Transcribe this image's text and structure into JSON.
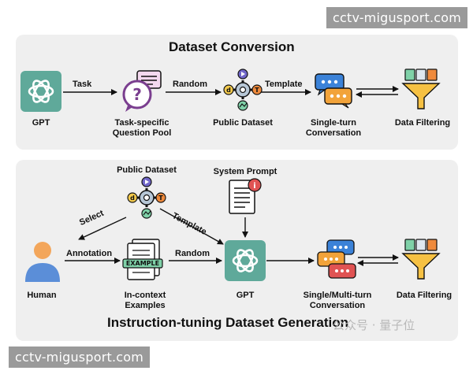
{
  "watermarks": {
    "top_right": "cctv-migusport.com",
    "bottom_left": "cctv-migusport.com",
    "inline": "公众号 · 量子位"
  },
  "top_panel": {
    "title": "Dataset Conversion",
    "nodes": {
      "gpt": "GPT",
      "question_pool": "Task-specific\nQuestion Pool",
      "public_dataset": "Public Dataset",
      "single_turn": "Single-turn\nConversation",
      "data_filtering": "Data Filtering"
    },
    "edges": {
      "task": "Task",
      "random": "Random",
      "template": "Template"
    }
  },
  "bottom_panel": {
    "title": "Instruction-tuning Dataset Generation",
    "nodes": {
      "public_dataset": "Public Dataset",
      "system_prompt": "System Prompt",
      "human": "Human",
      "examples": "In-context\nExamples",
      "example_tag": "EXAMPLE",
      "gpt": "GPT",
      "multi_turn": "Single/Multi-turn\nConversation",
      "data_filtering": "Data Filtering"
    },
    "edges": {
      "select": "Select",
      "template": "Template",
      "annotation": "Annotation",
      "random": "Random"
    }
  },
  "colors": {
    "gpt_green": "#5fa99a",
    "panel_bg": "#efefef",
    "funnel_yellow": "#f6c143",
    "bubble_blue": "#3b82d8",
    "bubble_orange": "#f2a33a",
    "human_blue": "#5b8ed8",
    "alert_red": "#e05353",
    "question_purple": "#7a3e8f"
  },
  "icons": [
    "gpt-logo-icon",
    "question-pool-icon",
    "dataset-gear-icon",
    "chat-bubbles-icon",
    "filter-funnel-icon",
    "document-icon",
    "human-icon",
    "example-docs-icon"
  ]
}
